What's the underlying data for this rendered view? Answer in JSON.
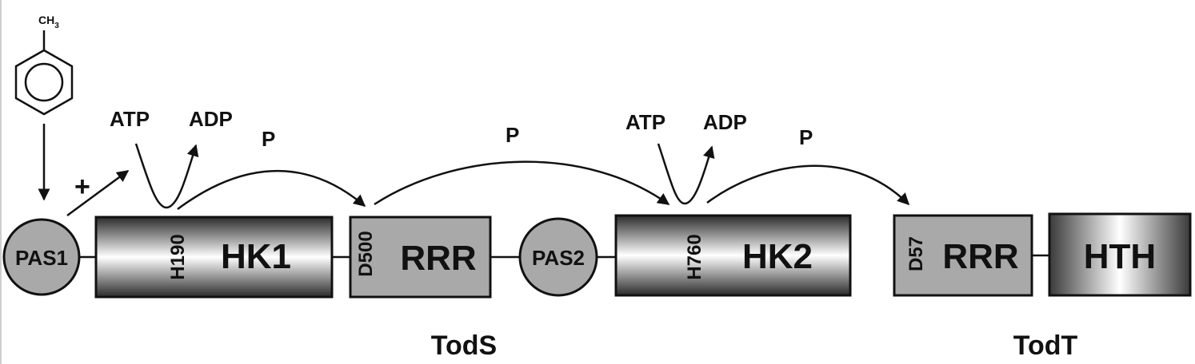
{
  "molecule": {
    "substituent": "CH",
    "substituent_subscript": "3"
  },
  "signals": {
    "stimulation": "+",
    "atp": [
      "ATP",
      "ATP"
    ],
    "adp": [
      "ADP",
      "ADP"
    ],
    "phosphate": [
      "P",
      "P",
      "P"
    ]
  },
  "domains": {
    "pas1": "PAS1",
    "hk1": {
      "label": "HK1",
      "site": "H190"
    },
    "rrr1": {
      "label": "RRR",
      "site": "D500"
    },
    "pas2": "PAS2",
    "hk2": {
      "label": "HK2",
      "site": "H760"
    },
    "rrr2": {
      "label": "RRR",
      "site": "D57"
    },
    "hth": "HTH"
  },
  "proteins": {
    "tods": "TodS",
    "todt": "TodT"
  },
  "colors": {
    "domain_gray": "#a9a9a9",
    "outline": "#111111",
    "gradient_dark": "#2b2b2b",
    "gradient_light": "#ffffff"
  }
}
